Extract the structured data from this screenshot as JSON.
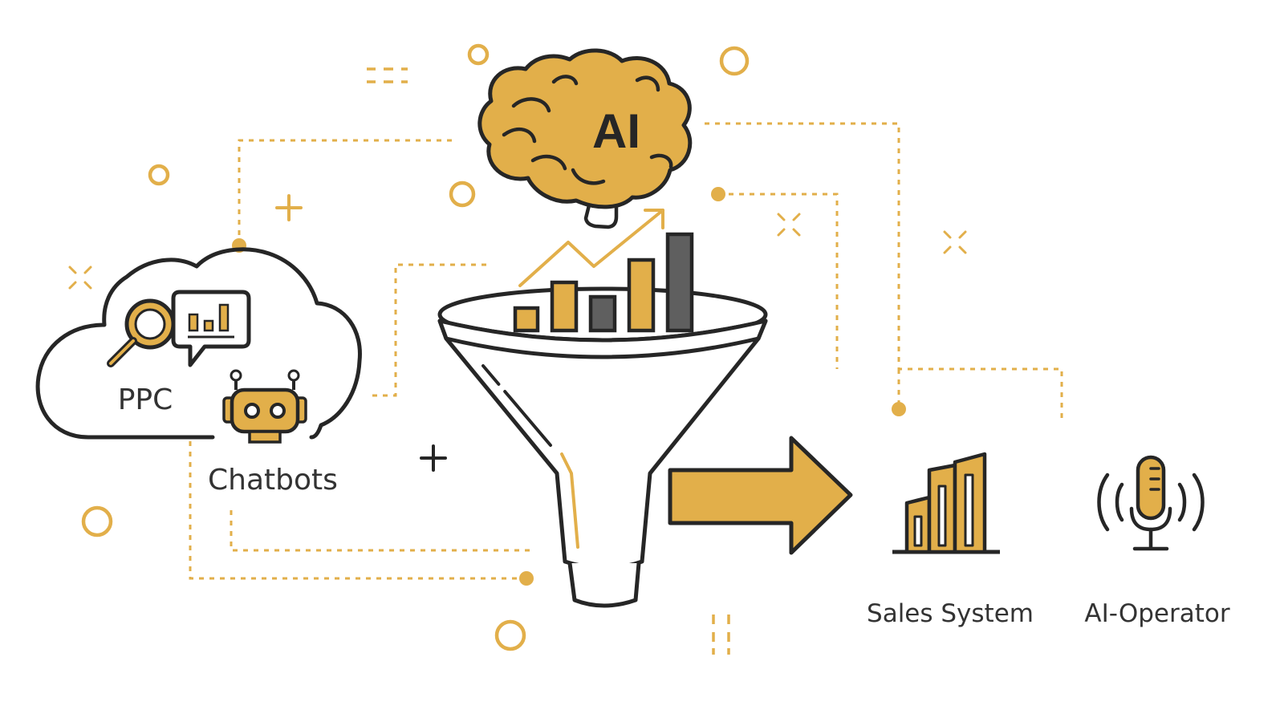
{
  "colors": {
    "accent": "#E2AF4A",
    "stroke": "#262626",
    "dark_bar": "#5F5F5F",
    "background": "#FFFFFF"
  },
  "labels": {
    "brain": "AI",
    "cloud": "PPC",
    "robot": "Chatbots",
    "sales": "Sales System",
    "operator": "AI-Operator"
  },
  "icons": {
    "cloud": "cloud-icon",
    "search": "magnifier-icon",
    "chat_chart": "chat-bubble-chart-icon",
    "robot": "robot-icon",
    "brain": "brain-icon",
    "funnel": "funnel-icon",
    "arrow": "right-arrow-icon",
    "buildings": "bar-chart-buildings-icon",
    "microphone": "microphone-icon"
  }
}
